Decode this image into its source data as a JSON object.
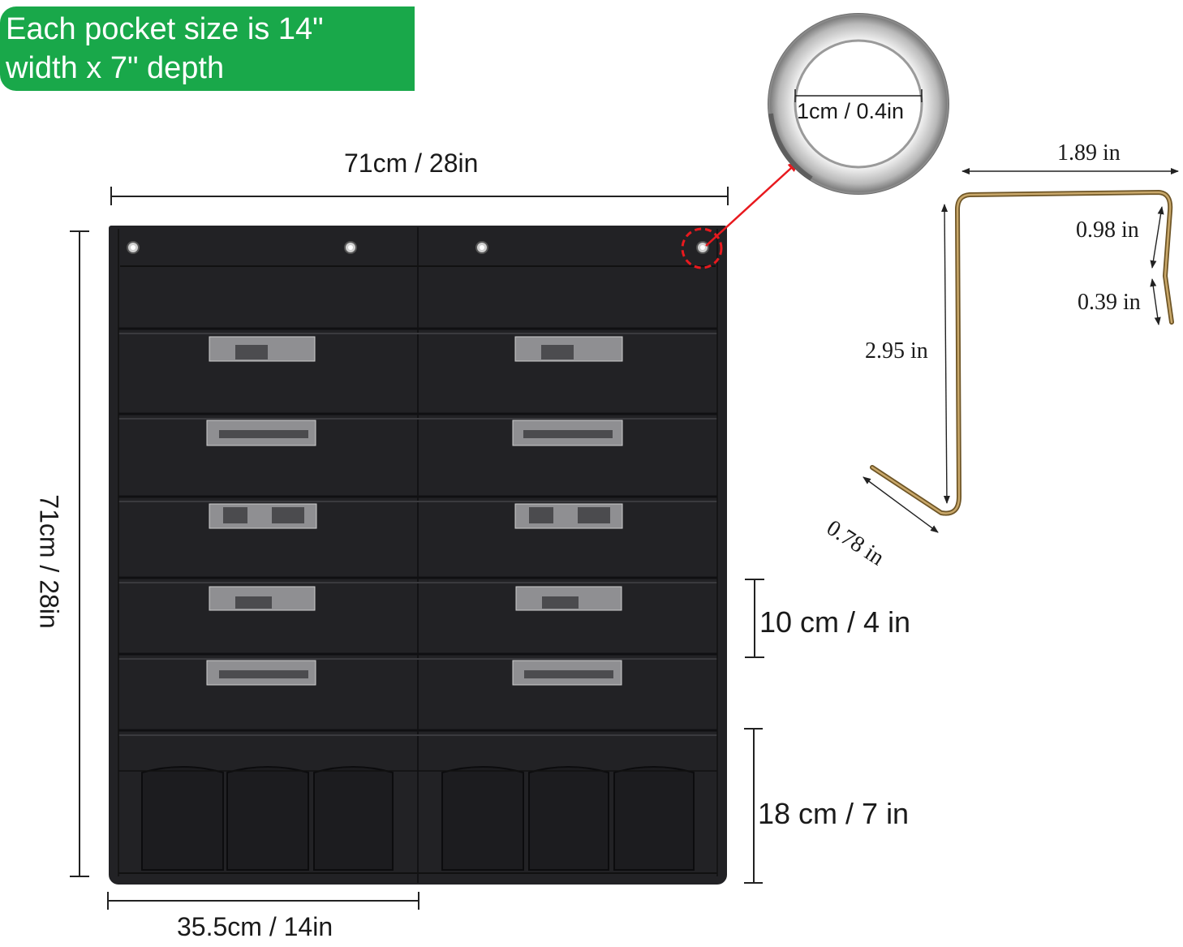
{
  "banner": {
    "line1": "Each pocket size is 14\"",
    "line2": "width x 7\" depth",
    "color": "#19a84a"
  },
  "dimensions": {
    "total_width": "71cm / 28in",
    "total_height": "71cm / 28in",
    "pocket_width": "35.5cm / 14in",
    "pocket_height": "10 cm / 4 in",
    "bottom_pocket_height": "18 cm / 7 in"
  },
  "grommet": {
    "label": "1cm / 0.4in",
    "arrow_color": "#e8191e"
  },
  "hook": {
    "width": "1.89 in",
    "height": "2.95 in",
    "tip_upper": "0.98 in",
    "tip_lower": "0.39 in",
    "foot": "0.78 in",
    "wire_color": "#a8864a"
  },
  "organizer": {
    "color": "#222225",
    "columns": 2,
    "label_window_rows": 5,
    "pen_pockets_per_side": 3,
    "grommets": 4
  }
}
